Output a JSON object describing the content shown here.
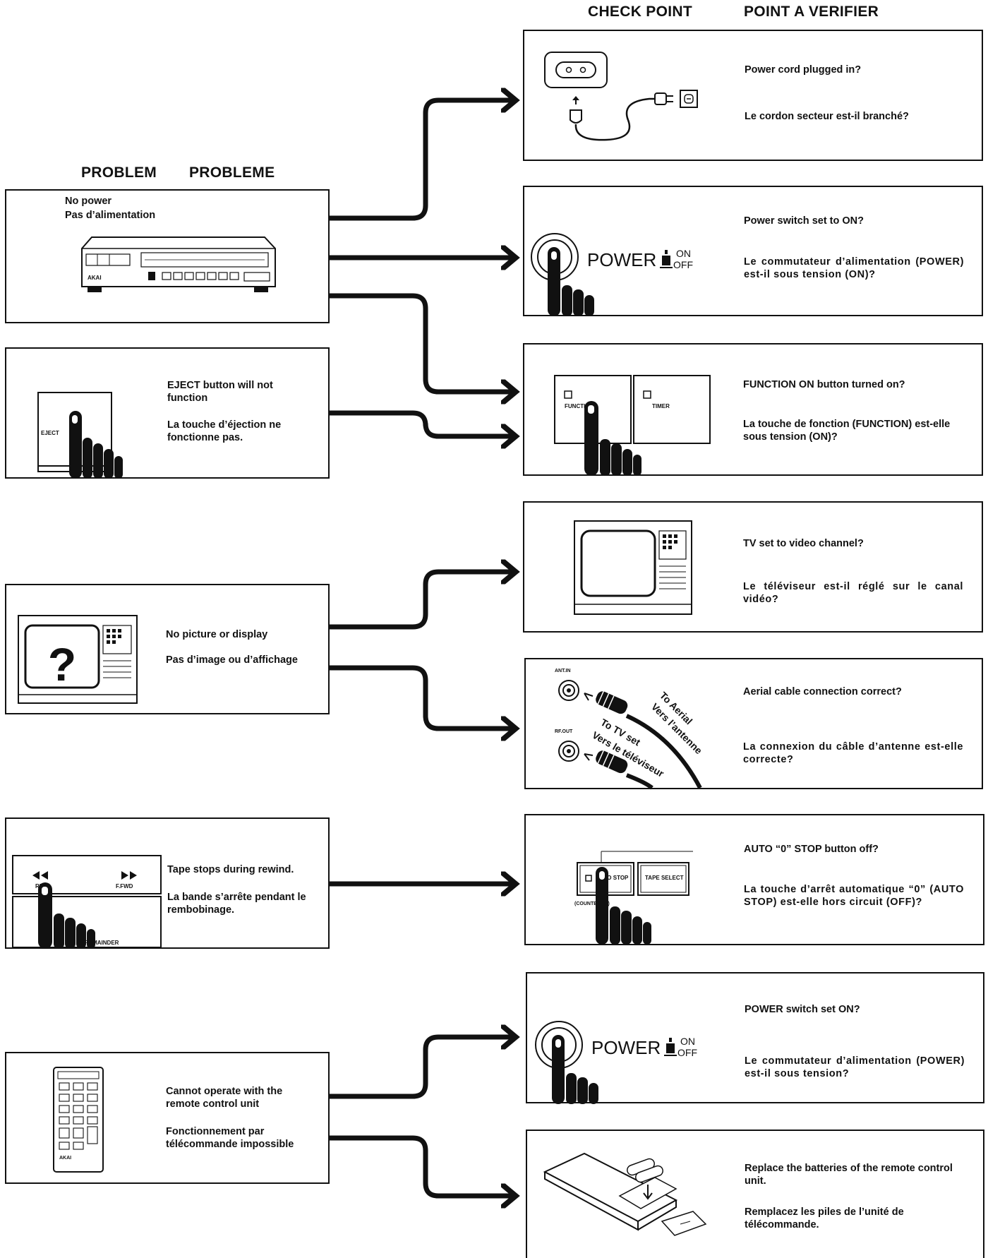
{
  "headers": {
    "problem_en": "PROBLEM",
    "problem_fr": "PROBLEME",
    "check_en": "CHECK POINT",
    "check_fr": "POINT A VERIFIER"
  },
  "problems": [
    {
      "en": "No power",
      "fr": "Pas d’alimentation"
    },
    {
      "en": "EJECT button will not function",
      "fr": "La touche d’éjection ne fonctionne pas."
    },
    {
      "en": "No picture or display",
      "fr": "Pas d’image ou d’affichage"
    },
    {
      "en": "Tape stops during rewind.",
      "fr": "La bande s’arrête pendant le rembobinage."
    },
    {
      "en": "Cannot operate with the remote control unit",
      "fr": "Fonctionnement par télécommande impossible"
    }
  ],
  "checks": [
    {
      "en": "Power cord plugged in?",
      "fr": "Le cordon secteur est-il branché?"
    },
    {
      "en": "Power switch set to ON?",
      "fr": "Le commutateur d’alimentation (POWER) est-il sous tension (ON)?"
    },
    {
      "en": "FUNCTION ON button turned on?",
      "fr": "La touche de fonction (FUNCTION) est-elle sous tension (ON)?"
    },
    {
      "en": "TV set to video channel?",
      "fr": "Le téléviseur est-il réglé sur le canal vidéo?"
    },
    {
      "en": "Aerial cable connection correct?",
      "fr": "La connexion du câble d’antenne est-elle correcte?"
    },
    {
      "en": "AUTO “0” STOP button off?",
      "fr": "La touche d’arrêt automatique “0” (AUTO STOP) est-elle hors circuit (OFF)?"
    },
    {
      "en": "POWER switch set ON?",
      "fr": "Le commutateur d’alimentation (POWER) est-il sous tension?"
    },
    {
      "en": "Replace the batteries of the remote control unit.",
      "fr": "Remplacez les piles de l’unité de télécommande."
    }
  ],
  "labels": {
    "power": "POWER",
    "on": "ON",
    "off": "OFF",
    "function": "FUNCTION",
    "timer": "TIMER",
    "eject": "EJECT",
    "rew": "REW",
    "ffwd": "F.FWD",
    "remainder": "REMAINDER",
    "ant_in": "ANT.IN",
    "rf_out": "RF.OUT",
    "to_aerial": "To Aerial",
    "vers_antenne": "Vers l’antenne",
    "to_tv": "To TV set",
    "vers_televiseur": "Vers le téléviseur",
    "auto_stop": "AUTO STOP",
    "tape_select": "TAPE SELECT",
    "counter": "(COUNTER\"0\")",
    "akai": "AKAI",
    "question": "?"
  },
  "colors": {
    "ink": "#111111",
    "paper": "#ffffff"
  }
}
